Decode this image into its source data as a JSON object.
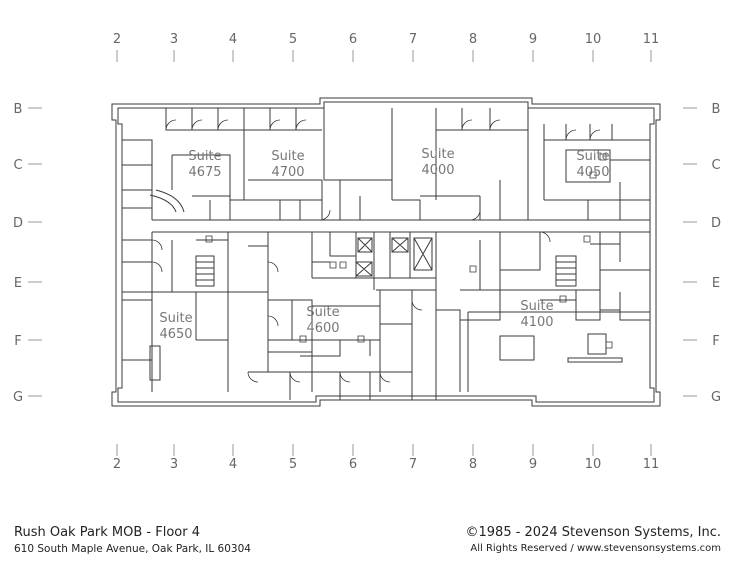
{
  "grid": {
    "columns": [
      "2",
      "3",
      "4",
      "5",
      "6",
      "7",
      "8",
      "9",
      "10",
      "11"
    ],
    "rows": [
      "B",
      "C",
      "D",
      "E",
      "F",
      "G"
    ]
  },
  "suites": [
    {
      "label": "Suite",
      "number": "4675"
    },
    {
      "label": "Suite",
      "number": "4700"
    },
    {
      "label": "Suite",
      "number": "4000"
    },
    {
      "label": "Suite",
      "number": "4050"
    },
    {
      "label": "Suite",
      "number": "4650"
    },
    {
      "label": "Suite",
      "number": "4600"
    },
    {
      "label": "Suite",
      "number": "4100"
    }
  ],
  "footer": {
    "title": "Rush Oak Park MOB - Floor 4",
    "address": "610 South Maple Avenue, Oak Park, IL 60304",
    "copyright": "©1985 - 2024 Stevenson Systems, Inc.",
    "rights": "All Rights Reserved / www.stevensonsystems.com"
  },
  "colors": {
    "wall": "#3a3a3a",
    "gridline": "#999999",
    "text": "#222222"
  }
}
